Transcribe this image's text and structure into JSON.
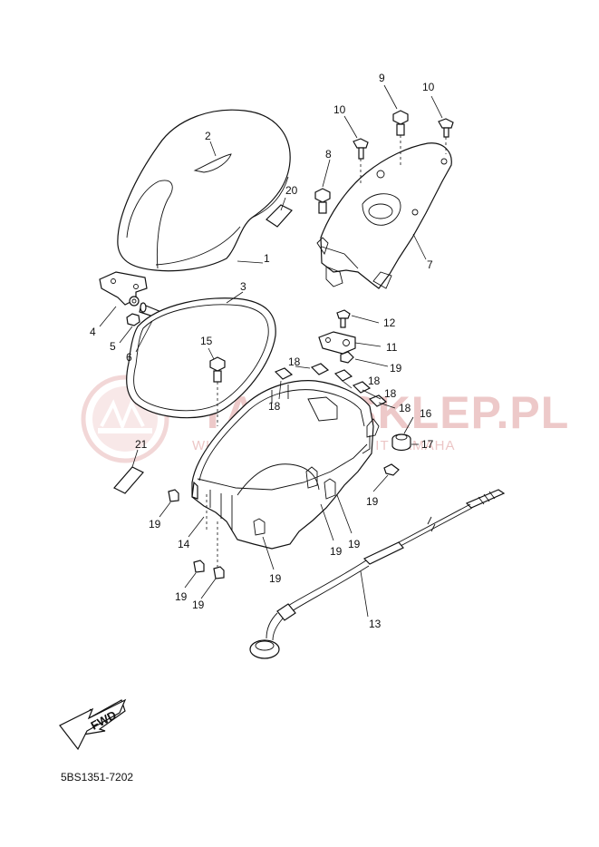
{
  "diagram": {
    "callouts": [
      {
        "id": "c1",
        "text": "1"
      },
      {
        "id": "c2",
        "text": "2"
      },
      {
        "id": "c3",
        "text": "3"
      },
      {
        "id": "c4",
        "text": "4"
      },
      {
        "id": "c5",
        "text": "5"
      },
      {
        "id": "c6",
        "text": "6"
      },
      {
        "id": "c7",
        "text": "7"
      },
      {
        "id": "c8",
        "text": "8"
      },
      {
        "id": "c9",
        "text": "9"
      },
      {
        "id": "c10a",
        "text": "10"
      },
      {
        "id": "c10b",
        "text": "10"
      },
      {
        "id": "c11",
        "text": "11"
      },
      {
        "id": "c12",
        "text": "12"
      },
      {
        "id": "c13",
        "text": "13"
      },
      {
        "id": "c14",
        "text": "14"
      },
      {
        "id": "c15",
        "text": "15"
      },
      {
        "id": "c16",
        "text": "16"
      },
      {
        "id": "c17",
        "text": "17"
      },
      {
        "id": "c18a",
        "text": "18"
      },
      {
        "id": "c18b",
        "text": "18"
      },
      {
        "id": "c18c",
        "text": "18"
      },
      {
        "id": "c18d",
        "text": "18"
      },
      {
        "id": "c18e",
        "text": "18"
      },
      {
        "id": "c19a",
        "text": "19"
      },
      {
        "id": "c19b",
        "text": "19"
      },
      {
        "id": "c19c",
        "text": "19"
      },
      {
        "id": "c19d",
        "text": "19"
      },
      {
        "id": "c19e",
        "text": "19"
      },
      {
        "id": "c19f",
        "text": "19"
      },
      {
        "id": "c19g",
        "text": "19"
      },
      {
        "id": "c19h",
        "text": "19"
      },
      {
        "id": "c19i",
        "text": "19"
      },
      {
        "id": "c20",
        "text": "20"
      },
      {
        "id": "c21",
        "text": "21"
      }
    ],
    "fwd_label": "FWD",
    "diagram_code": "5BS1351-7202"
  },
  "watermark": {
    "main": "YAMA-SKLEP.PL",
    "sub": "WŁOCIEL DZWIGI I SALE IT YAMAHA"
  },
  "colors": {
    "line": "#111111",
    "watermark": "#e8b8b8"
  }
}
